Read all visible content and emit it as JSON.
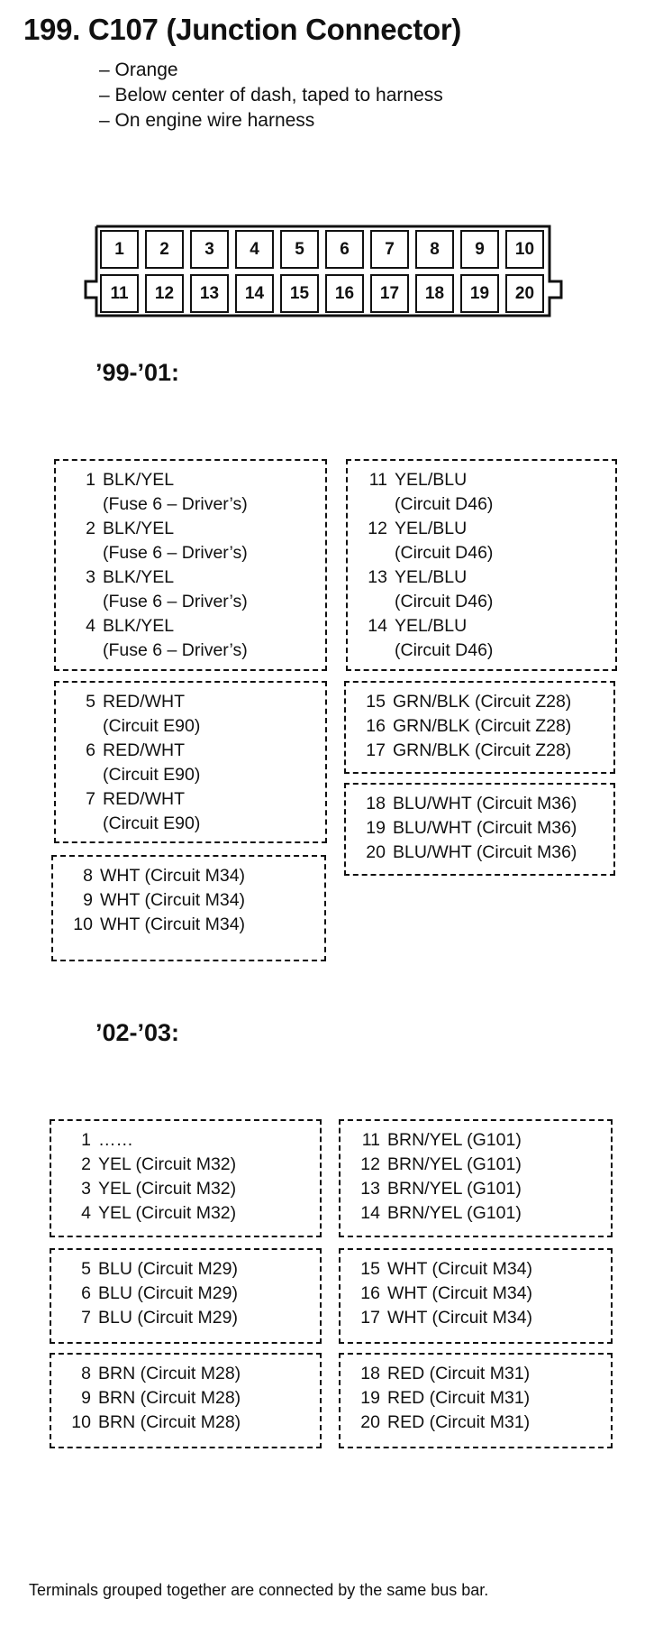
{
  "title": "199. C107 (Junction Connector)",
  "bullets": [
    "– Orange",
    "– Below center of dash, taped to harness",
    "– On engine wire harness"
  ],
  "connector": {
    "top_row": [
      "1",
      "2",
      "3",
      "4",
      "5",
      "6",
      "7",
      "8",
      "9",
      "10"
    ],
    "bottom_row": [
      "11",
      "12",
      "13",
      "14",
      "15",
      "16",
      "17",
      "18",
      "19",
      "20"
    ]
  },
  "sections": [
    {
      "heading": "’99-’01:",
      "groups": [
        {
          "rows": [
            {
              "num": "1",
              "text": "BLK/YEL",
              "sub": "(Fuse 6 – Driver’s)"
            },
            {
              "num": "2",
              "text": "BLK/YEL",
              "sub": "(Fuse 6 – Driver’s)"
            },
            {
              "num": "3",
              "text": "BLK/YEL",
              "sub": "(Fuse 6 – Driver’s)"
            },
            {
              "num": "4",
              "text": "BLK/YEL",
              "sub": "(Fuse 6 – Driver’s)"
            }
          ]
        },
        {
          "rows": [
            {
              "num": "11",
              "text": "YEL/BLU",
              "sub": "(Circuit D46)"
            },
            {
              "num": "12",
              "text": "YEL/BLU",
              "sub": "(Circuit D46)"
            },
            {
              "num": "13",
              "text": "YEL/BLU",
              "sub": "(Circuit D46)"
            },
            {
              "num": "14",
              "text": "YEL/BLU",
              "sub": "(Circuit D46)"
            }
          ]
        },
        {
          "rows": [
            {
              "num": "5",
              "text": "RED/WHT",
              "sub": "(Circuit E90)"
            },
            {
              "num": "6",
              "text": "RED/WHT",
              "sub": "(Circuit E90)"
            },
            {
              "num": "7",
              "text": "RED/WHT",
              "sub": "(Circuit E90)"
            }
          ]
        },
        {
          "rows": [
            {
              "num": "15",
              "text": "GRN/BLK (Circuit Z28)"
            },
            {
              "num": "16",
              "text": "GRN/BLK (Circuit Z28)"
            },
            {
              "num": "17",
              "text": "GRN/BLK (Circuit Z28)"
            }
          ]
        },
        {
          "rows": [
            {
              "num": "18",
              "text": "BLU/WHT (Circuit M36)"
            },
            {
              "num": "19",
              "text": "BLU/WHT (Circuit M36)"
            },
            {
              "num": "20",
              "text": "BLU/WHT (Circuit M36)"
            }
          ]
        },
        {
          "rows": [
            {
              "num": "8",
              "text": "WHT (Circuit M34)"
            },
            {
              "num": "9",
              "text": "WHT (Circuit M34)"
            },
            {
              "num": "10",
              "text": "WHT (Circuit M34)"
            }
          ]
        }
      ]
    },
    {
      "heading": "’02-’03:",
      "groups": [
        {
          "rows": [
            {
              "num": "1",
              "text": "……"
            },
            {
              "num": "2",
              "text": "YEL (Circuit M32)"
            },
            {
              "num": "3",
              "text": "YEL (Circuit M32)"
            },
            {
              "num": "4",
              "text": "YEL (Circuit M32)"
            }
          ]
        },
        {
          "rows": [
            {
              "num": "11",
              "text": "BRN/YEL (G101)"
            },
            {
              "num": "12",
              "text": "BRN/YEL (G101)"
            },
            {
              "num": "13",
              "text": "BRN/YEL (G101)"
            },
            {
              "num": "14",
              "text": "BRN/YEL (G101)"
            }
          ]
        },
        {
          "rows": [
            {
              "num": "5",
              "text": "BLU (Circuit M29)"
            },
            {
              "num": "6",
              "text": "BLU (Circuit M29)"
            },
            {
              "num": "7",
              "text": "BLU (Circuit M29)"
            }
          ]
        },
        {
          "rows": [
            {
              "num": "15",
              "text": "WHT (Circuit M34)"
            },
            {
              "num": "16",
              "text": "WHT (Circuit M34)"
            },
            {
              "num": "17",
              "text": "WHT (Circuit M34)"
            }
          ]
        },
        {
          "rows": [
            {
              "num": "8",
              "text": "BRN (Circuit M28)"
            },
            {
              "num": "9",
              "text": "BRN (Circuit M28)"
            },
            {
              "num": "10",
              "text": "BRN (Circuit M28)"
            }
          ]
        },
        {
          "rows": [
            {
              "num": "18",
              "text": "RED (Circuit M31)"
            },
            {
              "num": "19",
              "text": "RED (Circuit M31)"
            },
            {
              "num": "20",
              "text": "RED (Circuit M31)"
            }
          ]
        }
      ]
    }
  ],
  "footer": "Terminals grouped together are connected by the same bus bar."
}
